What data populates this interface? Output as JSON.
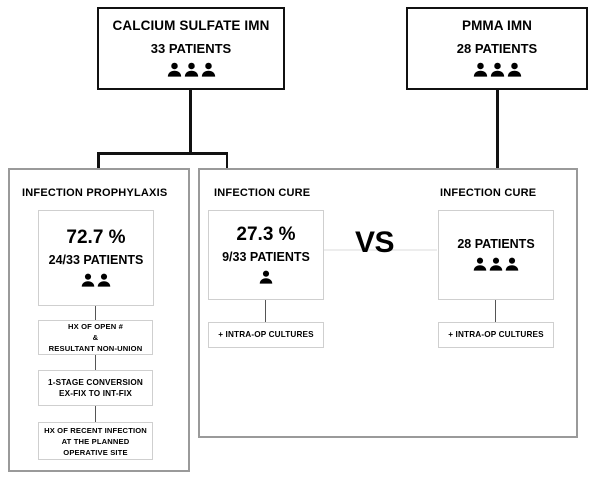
{
  "diagram": {
    "title": "Calcium Sulfate IMN vs PMMA IMN outcomes flowchart",
    "colors": {
      "thick_border": "#111111",
      "group_border": "#9a9a9a",
      "thin_border": "#cfcfcf",
      "text": "#000000",
      "rule": "#ededed"
    },
    "top_boxes": [
      {
        "id": "calcium-sulfate-imn",
        "title": "CALCIUM SULFATE IMN",
        "count": "33 PATIENTS",
        "people": 3,
        "icon": "person-icon"
      },
      {
        "id": "pmma-imn",
        "title": "PMMA IMN",
        "count": "28 PATIENTS",
        "people": 3,
        "icon": "person-icon"
      }
    ],
    "prophylaxis_group": {
      "title": "INFECTION PROPHYLAXIS",
      "stat": {
        "percent": "72.7 %",
        "sub": "24/33 PATIENTS",
        "people": 2,
        "icon": "person-icon"
      },
      "criteria": [
        "HX OF OPEN #\n&\nRESULTANT NON-UNION",
        "1-STAGE CONVERSION\nEX-FIX TO INT-FIX",
        "HX OF RECENT INFECTION\nAT THE PLANNED\nOPERATIVE SITE"
      ]
    },
    "cure_group": {
      "vs_label": "VS",
      "left": {
        "title": "INFECTION CURE",
        "stat": {
          "percent": "27.3 %",
          "sub": "9/33 PATIENTS",
          "people": 1,
          "icon": "person-icon"
        },
        "note": "+ INTRA-OP CULTURES"
      },
      "right": {
        "title": "INFECTION CURE",
        "stat": {
          "percent": "",
          "sub": "28 PATIENTS",
          "people": 3,
          "icon": "person-icon"
        },
        "note": "+ INTRA-OP CULTURES"
      }
    }
  }
}
